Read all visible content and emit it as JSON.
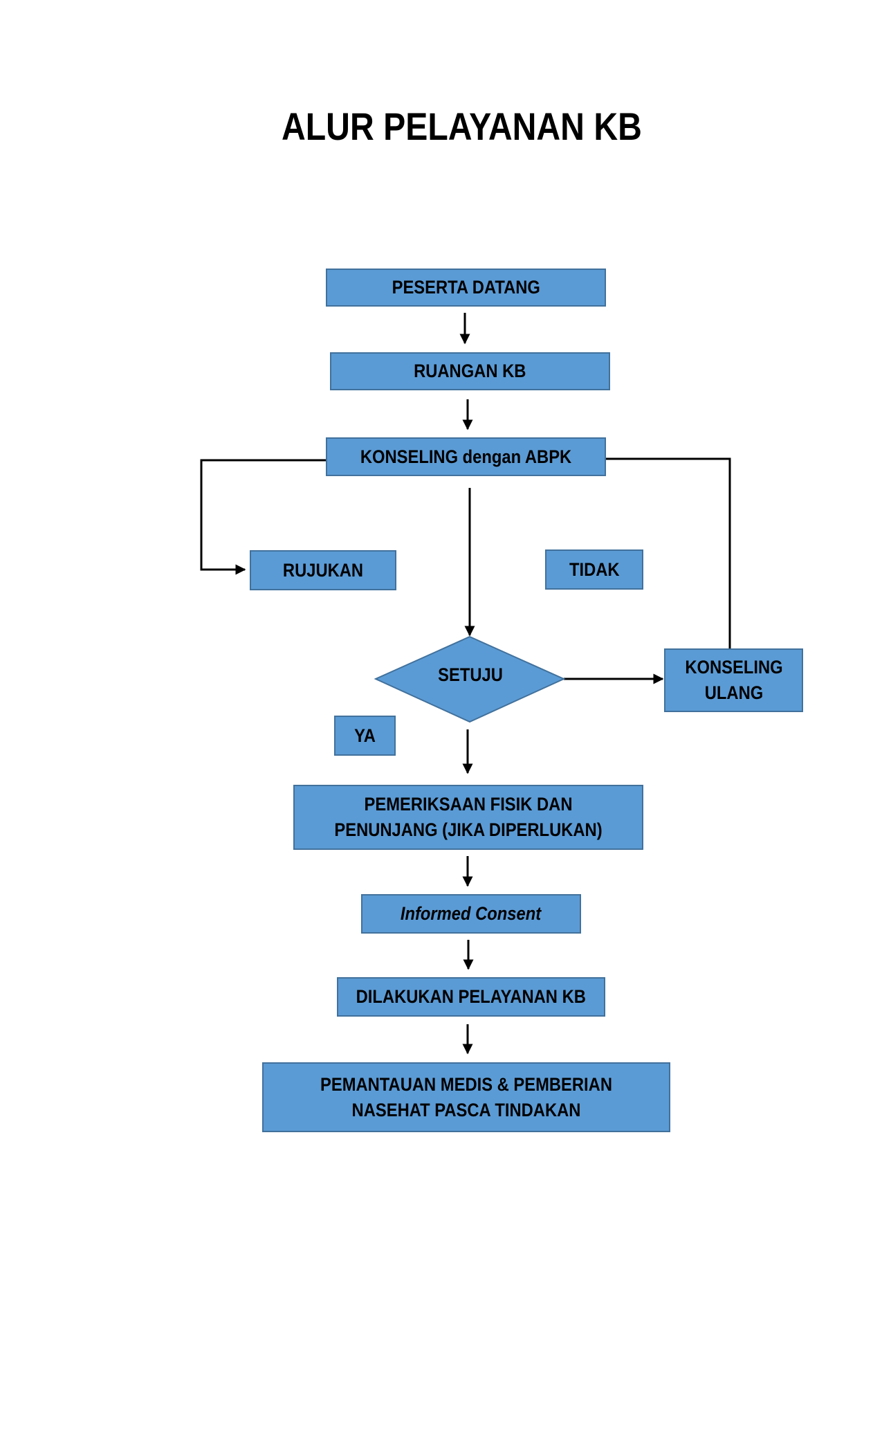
{
  "title": "ALUR PELAYANAN KB",
  "nodes": {
    "peserta_datang": "PESERTA DATANG",
    "ruangan_kb": "RUANGAN KB",
    "konseling_abpk": "KONSELING dengan ABPK",
    "rujukan": "RUJUKAN",
    "tidak": "TIDAK",
    "setuju": "SETUJU",
    "konseling_ulang": "KONSELING ULANG",
    "ya": "YA",
    "pemeriksaan": "PEMERIKSAAN FISIK DAN PENUNJANG (JIKA DIPERLUKAN)",
    "informed_consent": "Informed Consent",
    "pelayanan": "DILAKUKAN PELAYANAN KB",
    "pemantauan": "PEMANTAUAN MEDIS & PEMBERIAN NASEHAT PASCA TINDAKAN"
  },
  "colors": {
    "box_fill": "#5b9bd5",
    "box_border": "#41719c",
    "line": "#000000"
  }
}
